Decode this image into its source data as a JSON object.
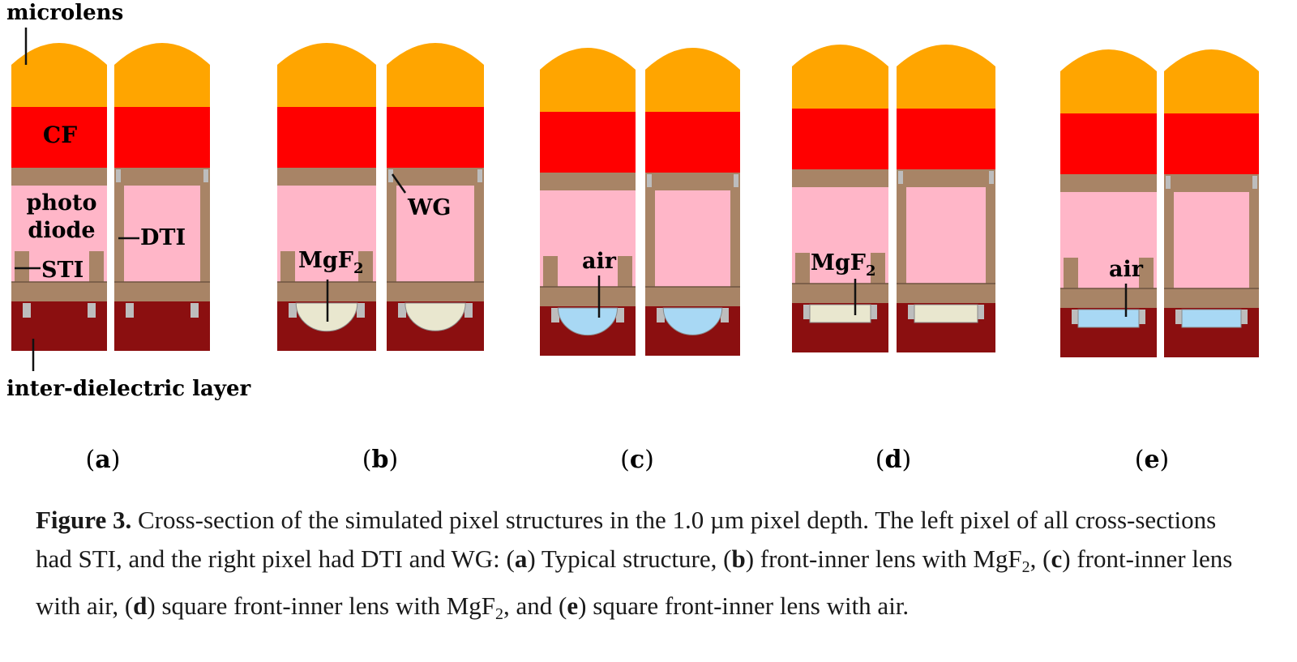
{
  "labels": {
    "microlens": "microlens",
    "cf": "CF",
    "photo": "photo",
    "diode": "diode",
    "dti": "DTI",
    "sti": "STI",
    "wg": "WG",
    "mgf": "MgF",
    "mgf_sub": "2",
    "air": "air",
    "inter_dielectric": "inter-dielectric layer"
  },
  "panels": [
    {
      "id": "a",
      "open": "(",
      "letter": "a",
      "close": ")",
      "lens": "none"
    },
    {
      "id": "b",
      "open": "(",
      "letter": "b",
      "close": ")",
      "lens": "round",
      "lens_label": "MgF2"
    },
    {
      "id": "c",
      "open": "(",
      "letter": "c",
      "close": ")",
      "lens": "round",
      "lens_label": "air"
    },
    {
      "id": "d",
      "open": "(",
      "letter": "d",
      "close": ")",
      "lens": "square",
      "lens_label": "MgF2"
    },
    {
      "id": "e",
      "open": "(",
      "letter": "e",
      "close": ")",
      "lens": "square",
      "lens_label": "air"
    }
  ],
  "colors": {
    "microlens": "#FFA500",
    "cf": "#FF0000",
    "frame": "#A88466",
    "photodiode": "#FFB6C8",
    "dielectric": "#8B0F10",
    "mgf2": "#E9E7CF",
    "air": "#A8D8F4",
    "contact": "#BDBDBD"
  },
  "caption": {
    "bold": "Figure 3.",
    "p1": " Cross-section of the simulated pixel structures in the 1.0 µm pixel depth. The left pixel of all cross-sections had STI, and the right pixel had DTI and WG: (",
    "a": "a",
    "p2": ") Typical structure, (",
    "b": "b",
    "p3": ") front-inner lens with MgF",
    "sub1": "2",
    "p4": ", (",
    "c": "c",
    "p5": ") front-inner lens with air, (",
    "d": "d",
    "p6": ") square front-inner lens with MgF",
    "sub2": "2",
    "p7": ", and (",
    "e": "e",
    "p8": ") square front-inner lens with air."
  }
}
